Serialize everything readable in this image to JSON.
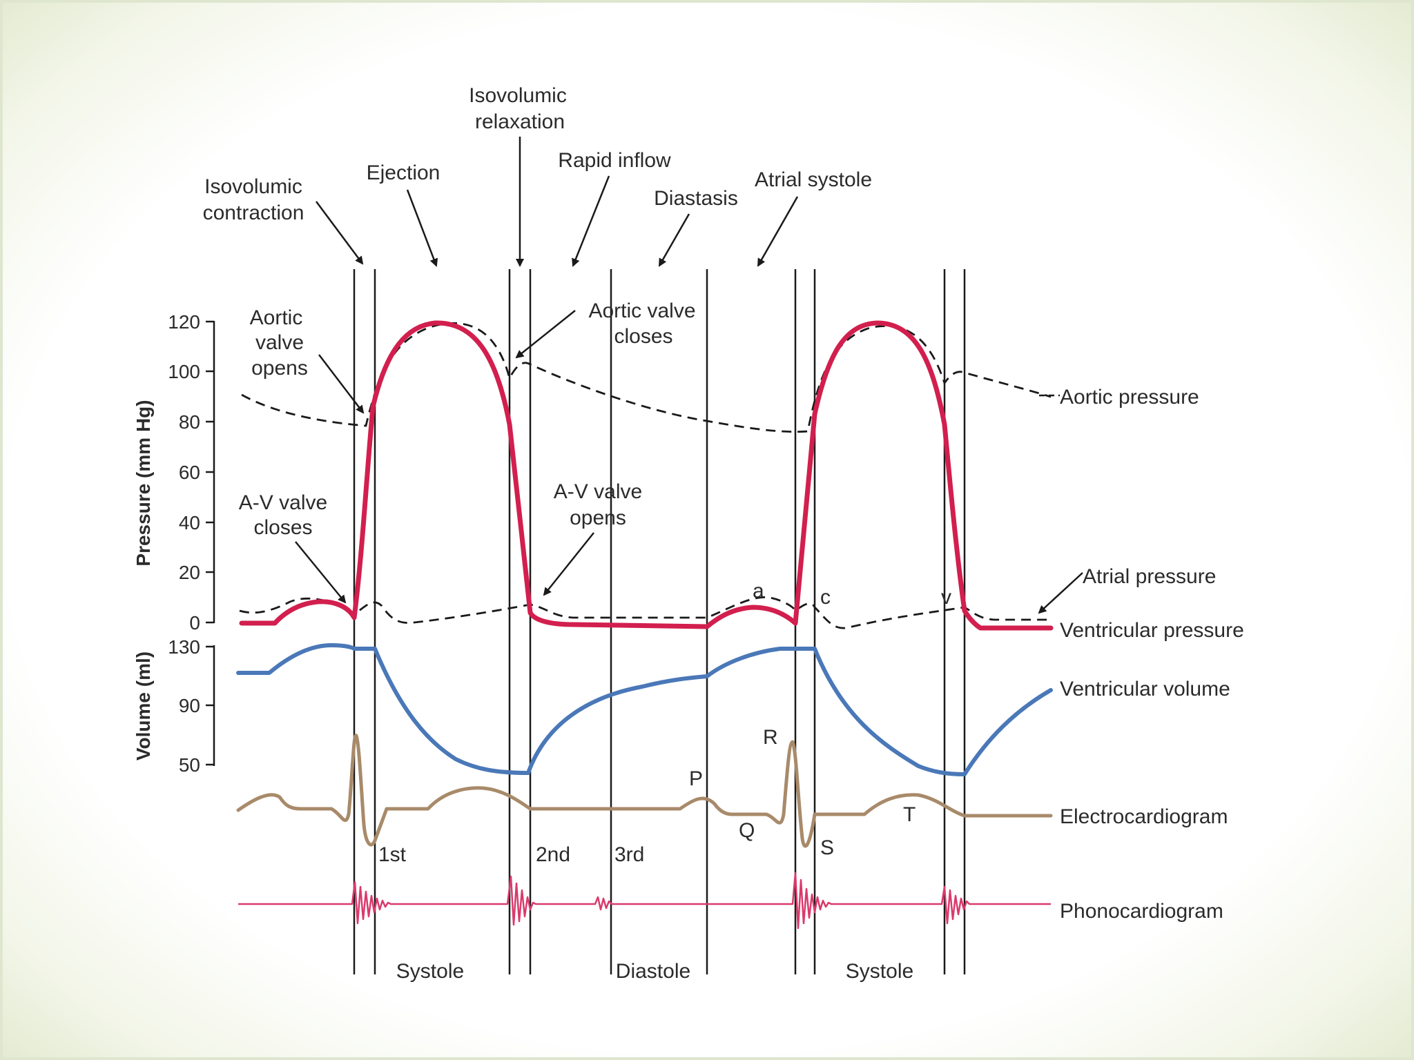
{
  "phases": {
    "isovolumic_contraction": [
      "Isovolumic",
      "contraction"
    ],
    "ejection": "Ejection",
    "isovolumic_relaxation": [
      "Isovolumic",
      "relaxation"
    ],
    "rapid_inflow": "Rapid inflow",
    "diastasis": "Diastasis",
    "atrial_systole": "Atrial systole"
  },
  "events": {
    "aortic_valve_opens": [
      "Aortic",
      "valve",
      "opens"
    ],
    "aortic_valve_closes": [
      "Aortic valve",
      "closes"
    ],
    "av_valve_closes": [
      "A-V valve",
      "closes"
    ],
    "av_valve_opens": [
      "A-V valve",
      "opens"
    ]
  },
  "axes": {
    "pressure_title": "Pressure (mm Hg)",
    "pressure_ticks": [
      "120",
      "100",
      "80",
      "60",
      "40",
      "20",
      "0"
    ],
    "volume_title": "Volume (ml)",
    "volume_ticks": [
      "130",
      "90",
      "50"
    ]
  },
  "curve_labels": {
    "aortic_pressure": "Aortic pressure",
    "atrial_pressure": "Atrial pressure",
    "ventricular_pressure": "Ventricular pressure",
    "ventricular_volume": "Ventricular volume",
    "electrocardiogram": "Electrocardiogram",
    "phonocardiogram": "Phonocardiogram"
  },
  "waves": {
    "a": "a",
    "c": "c",
    "v": "v",
    "P": "P",
    "Q": "Q",
    "R": "R",
    "S": "S",
    "T": "T"
  },
  "sounds": {
    "first": "1st",
    "second": "2nd",
    "third": "3rd"
  },
  "periods": {
    "systole_1": "Systole",
    "diastole": "Diastole",
    "systole_2": "Systole"
  },
  "colors": {
    "ventricular_pressure": "#d21f4e",
    "ventricular_volume": "#4a78b8",
    "electrocardiogram": "#a88a6a",
    "phonocardiogram": "#d93a6c",
    "dashed": "#1a1a1a"
  }
}
